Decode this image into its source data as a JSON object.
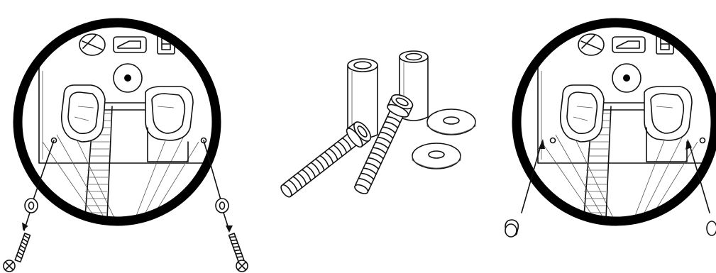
{
  "figure": {
    "panels": [
      {
        "id": "removal",
        "description_icon": "mounting-bracket-screws-removed"
      },
      {
        "id": "parts",
        "description_icon": "standoff-bolts-and-washers"
      },
      {
        "id": "install",
        "description_icon": "mounting-bracket-plugs-inserted"
      }
    ],
    "parts_counts": {
      "spacers": 2,
      "bolts": 2,
      "washers": 2,
      "screws": 2,
      "plugs": 2
    },
    "colors": {
      "line": "#111111",
      "ring": "#000000",
      "background": "#ffffff"
    }
  }
}
